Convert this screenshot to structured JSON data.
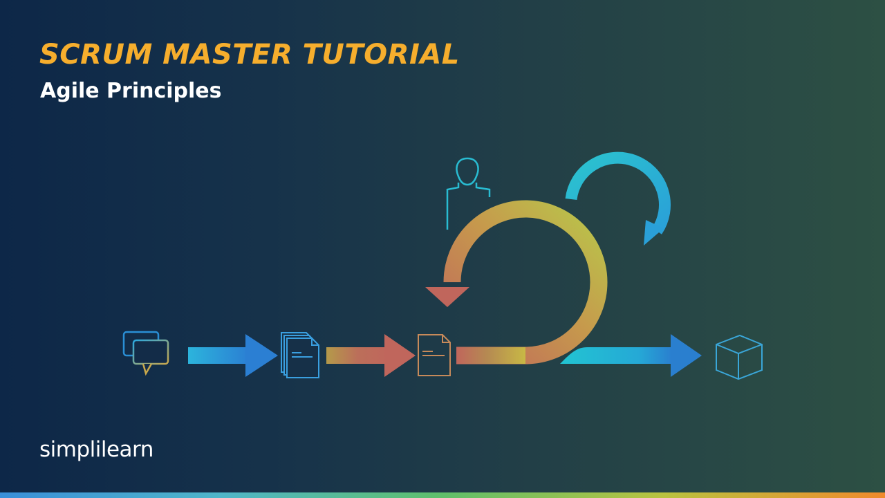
{
  "header": {
    "title": "SCRUM MASTER TUTORIAL",
    "subtitle": "Agile Principles"
  },
  "brand": {
    "logo_text": "simplilearn"
  },
  "diagram": {
    "icons": [
      "chat-bubbles-icon",
      "document-stack-icon",
      "document-icon",
      "person-icon",
      "cube-icon"
    ]
  },
  "colors": {
    "title": "#f6ae2d",
    "subtitle": "#ffffff",
    "blue_arrow": "#2a8fd6",
    "cyan_arrow": "#27c2d4",
    "orange_arrow": "#b8735a",
    "yellow_green": "#c3c64a"
  }
}
